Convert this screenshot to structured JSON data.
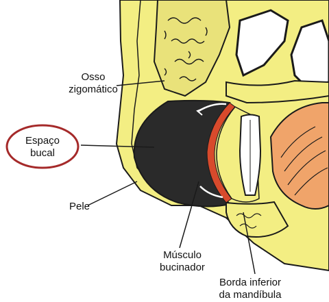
{
  "labels": {
    "osso": [
      "Osso",
      "zigomático"
    ],
    "espaco": [
      "Espaço",
      "bucal"
    ],
    "pele": "Pele",
    "musculo": [
      "Músculo",
      "bucinador"
    ],
    "borda": [
      "Borda inferior",
      "da mandíbula"
    ]
  },
  "colors": {
    "yellow": "#f3ee83",
    "space": "#2a2a2a",
    "muscle": "#d84a2c",
    "tongue": "#f0a46a",
    "circle": "#a52a2a",
    "bone": "#ffffff",
    "line": "#1a1a1a"
  }
}
